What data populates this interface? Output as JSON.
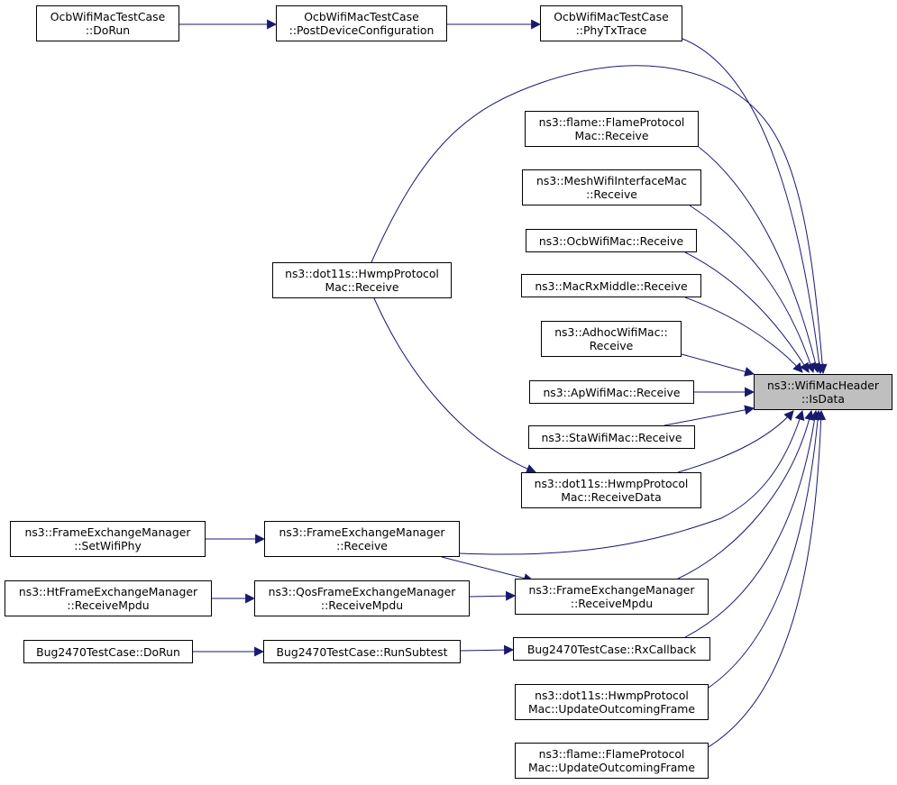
{
  "colors": {
    "edge": "#191970",
    "node_border": "#000000",
    "node_fill": "#ffffff",
    "focus_fill": "#bfbfbf"
  },
  "nodes": {
    "dorun": {
      "lines": [
        "OcbWifiMacTestCase",
        "::DoRun"
      ]
    },
    "postdev": {
      "lines": [
        "OcbWifiMacTestCase",
        "::PostDeviceConfiguration"
      ]
    },
    "phytx": {
      "lines": [
        "OcbWifiMacTestCase",
        "::PhyTxTrace"
      ]
    },
    "flame_rx": {
      "lines": [
        "ns3::flame::FlameProtocol",
        "Mac::Receive"
      ]
    },
    "meshwifi": {
      "lines": [
        "ns3::MeshWifiInterfaceMac",
        "::Receive"
      ]
    },
    "ocbwifi": {
      "lines": [
        "ns3::OcbWifiMac::Receive"
      ]
    },
    "hwmp_rx": {
      "lines": [
        "ns3::dot11s::HwmpProtocol",
        "Mac::Receive"
      ]
    },
    "macrx": {
      "lines": [
        "ns3::MacRxMiddle::Receive"
      ]
    },
    "adhoc": {
      "lines": [
        "ns3::AdhocWifiMac::",
        "Receive"
      ]
    },
    "isdata": {
      "lines": [
        "ns3::WifiMacHeader",
        "::IsData"
      ]
    },
    "apwifi": {
      "lines": [
        "ns3::ApWifiMac::Receive"
      ]
    },
    "stawifi": {
      "lines": [
        "ns3::StaWifiMac::Receive"
      ]
    },
    "hwmp_rxd": {
      "lines": [
        "ns3::dot11s::HwmpProtocol",
        "Mac::ReceiveData"
      ]
    },
    "fem_set": {
      "lines": [
        "ns3::FrameExchangeManager",
        "::SetWifiPhy"
      ]
    },
    "fem_rx": {
      "lines": [
        "ns3::FrameExchangeManager",
        "::Receive"
      ]
    },
    "ht_mpdu": {
      "lines": [
        "ns3::HtFrameExchangeManager",
        "::ReceiveMpdu"
      ]
    },
    "qos_mpdu": {
      "lines": [
        "ns3::QosFrameExchangeManager",
        "::ReceiveMpdu"
      ]
    },
    "fem_mpdu": {
      "lines": [
        "ns3::FrameExchangeManager",
        "::ReceiveMpdu"
      ]
    },
    "bug_dorun": {
      "lines": [
        "Bug2470TestCase::DoRun"
      ]
    },
    "bug_run": {
      "lines": [
        "Bug2470TestCase::RunSubtest"
      ]
    },
    "bug_rx": {
      "lines": [
        "Bug2470TestCase::RxCallback"
      ]
    },
    "hwmp_upd": {
      "lines": [
        "ns3::dot11s::HwmpProtocol",
        "Mac::UpdateOutcomingFrame"
      ]
    },
    "flame_upd": {
      "lines": [
        "ns3::flame::FlameProtocol",
        "Mac::UpdateOutcomingFrame"
      ]
    }
  }
}
